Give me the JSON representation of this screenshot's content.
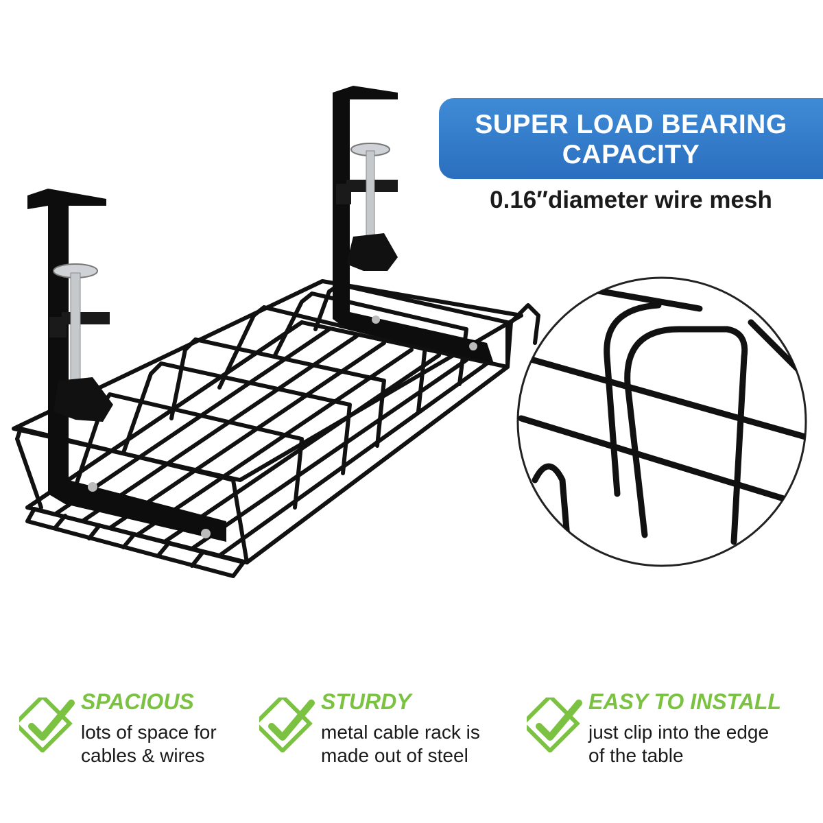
{
  "headline": {
    "line1": "SUPER LOAD BEARING",
    "line2": "CAPACITY",
    "subline": "0.16″diameter wire mesh"
  },
  "features": [
    {
      "title": "SPACIOUS",
      "line1": "lots of space for",
      "line2": "cables & wires"
    },
    {
      "title": "STURDY",
      "line1": "metal cable rack is",
      "line2": "made out of steel"
    },
    {
      "title": "EASY TO INSTALL",
      "line1": "just clip into the edge",
      "line2": "of the table"
    }
  ],
  "colors": {
    "banner": "#2f78c8",
    "accent_green": "#7cc242",
    "product": "#111111"
  },
  "icons": [
    "check-icon"
  ]
}
